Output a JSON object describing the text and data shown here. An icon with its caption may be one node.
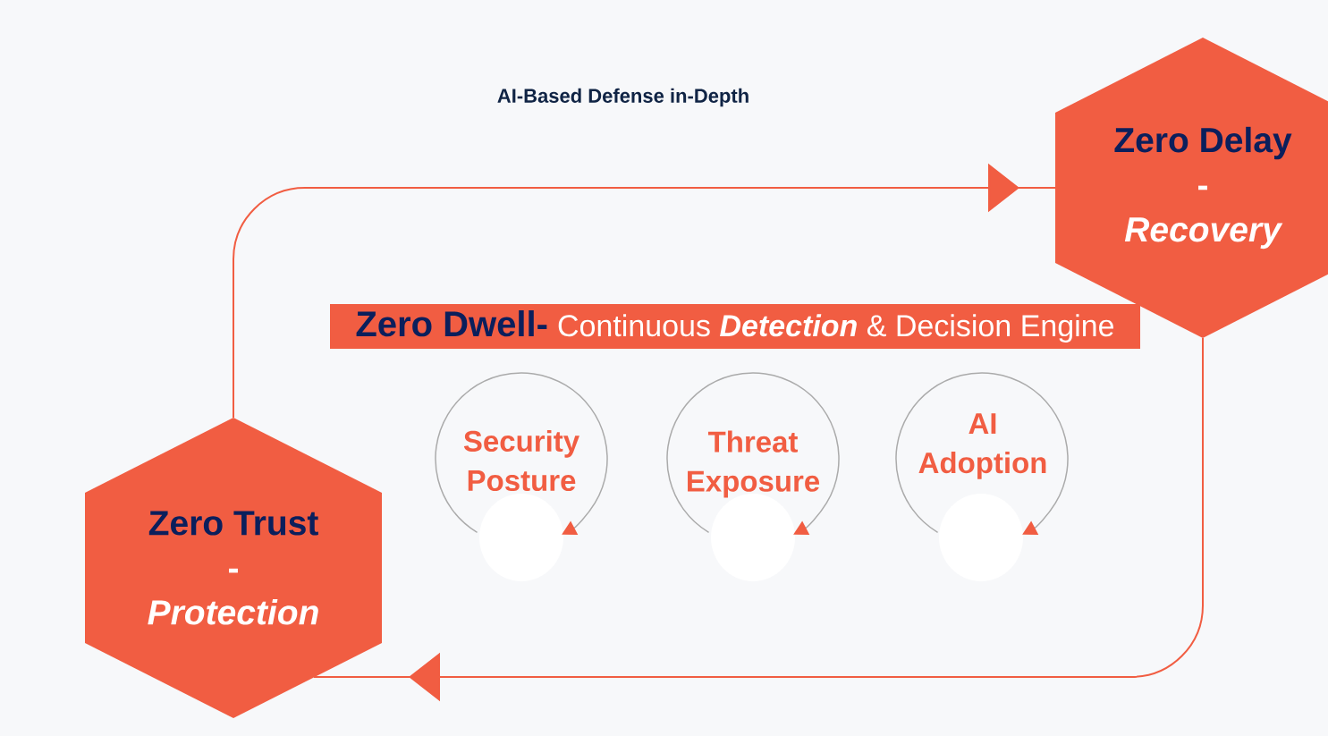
{
  "diagram": {
    "title": "AI-Based Defense in-Depth",
    "nodes": [
      {
        "text": [
          "Zero Delay",
          "-",
          "Recovery"
        ]
      },
      {
        "text": [
          "Zero Dwell-",
          "Continuous *Detection* & Decision Engine"
        ]
      },
      {
        "text": [
          "Security Posture"
        ]
      },
      {
        "text": [
          "Threat Exposure"
        ]
      },
      {
        "text": [
          "AI Adoption"
        ]
      },
      {
        "text": [
          "Zero Trust",
          "-",
          "Protection"
        ]
      }
    ],
    "edges": [
      {
        "from": 5,
        "to": 0,
        "arrow": "to"
      },
      {
        "from": 0,
        "to": 5,
        "arrow": "to"
      }
    ]
  }
}
